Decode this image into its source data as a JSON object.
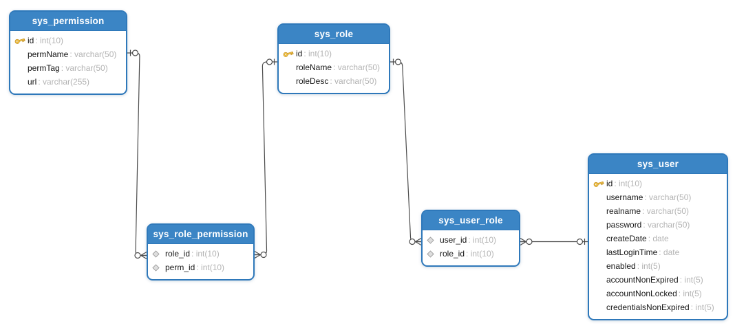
{
  "diagram": {
    "kind": "entity-relationship-diagram",
    "colors": {
      "table_header_bg": "#3b85c5",
      "table_border": "#2e78ba",
      "table_body_bg": "#ffffff",
      "header_text": "#ffffff",
      "field_name_text": "#161616",
      "field_type_text": "#b3b3b3",
      "connector_line": "#4a4a4a",
      "key_icon_fill": "#f6c94a",
      "key_icon_stroke": "#c7952b",
      "diamond_icon_fill": "#dedede",
      "diamond_icon_stroke": "#9c9c9c"
    },
    "tables": [
      {
        "name": "sys_permission",
        "fields": [
          {
            "name": "id",
            "type": "int(10)",
            "icon": "primary-key"
          },
          {
            "name": "permName",
            "type": "varchar(50)",
            "icon": "none"
          },
          {
            "name": "permTag",
            "type": "varchar(50)",
            "icon": "none"
          },
          {
            "name": "url",
            "type": "varchar(255)",
            "icon": "none"
          }
        ]
      },
      {
        "name": "sys_role",
        "fields": [
          {
            "name": "id",
            "type": "int(10)",
            "icon": "primary-key"
          },
          {
            "name": "roleName",
            "type": "varchar(50)",
            "icon": "none"
          },
          {
            "name": "roleDesc",
            "type": "varchar(50)",
            "icon": "none"
          }
        ]
      },
      {
        "name": "sys_role_permission",
        "fields": [
          {
            "name": "role_id",
            "type": "int(10)",
            "icon": "foreign-key"
          },
          {
            "name": "perm_id",
            "type": "int(10)",
            "icon": "foreign-key"
          }
        ]
      },
      {
        "name": "sys_user_role",
        "fields": [
          {
            "name": "user_id",
            "type": "int(10)",
            "icon": "foreign-key"
          },
          {
            "name": "role_id",
            "type": "int(10)",
            "icon": "foreign-key"
          }
        ]
      },
      {
        "name": "sys_user",
        "fields": [
          {
            "name": "id",
            "type": "int(10)",
            "icon": "primary-key"
          },
          {
            "name": "username",
            "type": "varchar(50)",
            "icon": "none"
          },
          {
            "name": "realname",
            "type": "varchar(50)",
            "icon": "none"
          },
          {
            "name": "password",
            "type": "varchar(50)",
            "icon": "none"
          },
          {
            "name": "createDate",
            "type": "date",
            "icon": "none"
          },
          {
            "name": "lastLoginTime",
            "type": "date",
            "icon": "none"
          },
          {
            "name": "enabled",
            "type": "int(5)",
            "icon": "none"
          },
          {
            "name": "accountNonExpired",
            "type": "int(5)",
            "icon": "none"
          },
          {
            "name": "accountNonLocked",
            "type": "int(5)",
            "icon": "none"
          },
          {
            "name": "credentialsNonExpired",
            "type": "int(5)",
            "icon": "none"
          }
        ]
      }
    ],
    "relationships": [
      {
        "from": "sys_permission",
        "to": "sys_role_permission",
        "from_cardinality": "one",
        "to_cardinality": "many"
      },
      {
        "from": "sys_role",
        "to": "sys_role_permission",
        "from_cardinality": "one",
        "to_cardinality": "many"
      },
      {
        "from": "sys_role",
        "to": "sys_user_role",
        "from_cardinality": "one",
        "to_cardinality": "many"
      },
      {
        "from": "sys_user",
        "to": "sys_user_role",
        "from_cardinality": "one",
        "to_cardinality": "many"
      }
    ],
    "field_separator": ": "
  }
}
